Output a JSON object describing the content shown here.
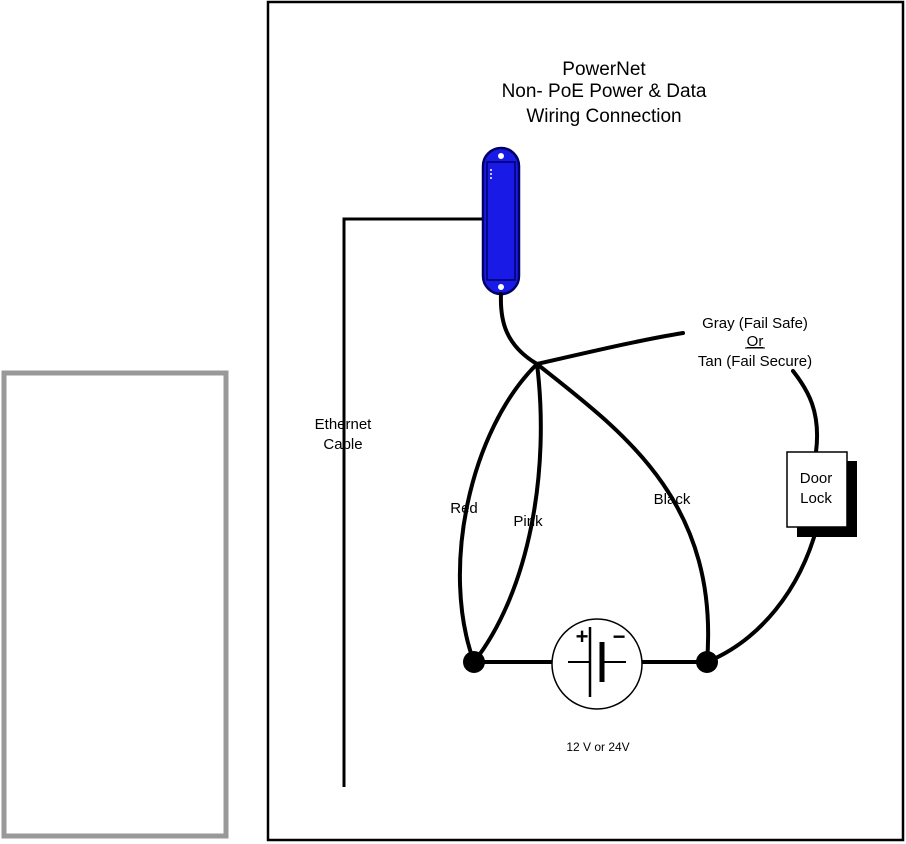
{
  "title": {
    "line1": "PowerNet",
    "line2": "Non- PoE Power & Data",
    "line3": "Wiring Connection"
  },
  "labels": {
    "ethernet_line1": "Ethernet",
    "ethernet_line2": "Cable",
    "red": "Red",
    "pink": "Pink",
    "black": "Black",
    "gray": "Gray (Fail Safe)",
    "or": "Or",
    "tan": "Tan (Fail Secure)",
    "door_line1": "Door",
    "door_line2": "Lock",
    "voltage": "12 V or 24V",
    "plus": "+",
    "minus": "−"
  },
  "colors": {
    "device_fill": "#1a1ae6",
    "device_outline": "#000066",
    "frame_gray": "#999999",
    "wire": "#000000"
  },
  "icons": {
    "device": "powernet-device-icon",
    "battery": "battery-symbol-icon"
  }
}
